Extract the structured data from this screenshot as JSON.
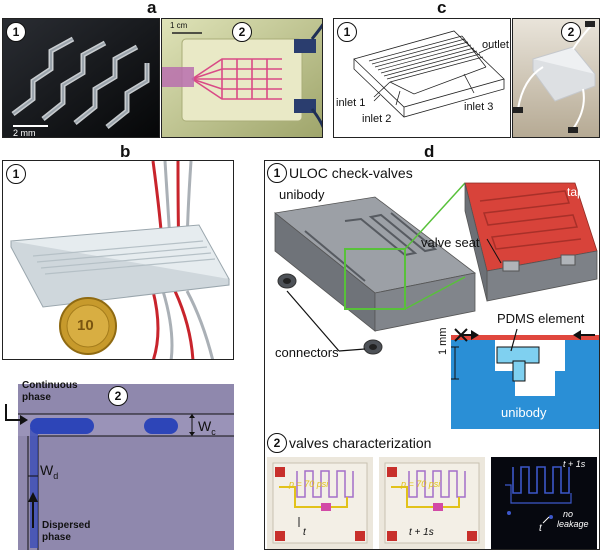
{
  "panels": {
    "a": {
      "letter": "a",
      "sub1": {
        "badge": "1",
        "scale": "2 mm"
      },
      "sub2": {
        "badge": "2",
        "scale": "1 cm"
      }
    },
    "b": {
      "letter": "b",
      "sub1": {
        "badge": "1",
        "coin": "10"
      },
      "sub2": {
        "badge": "2",
        "continuous_phase": "Continuous\nphase",
        "dispersed_phase": "Dispersed\nphase",
        "wc": "W",
        "wc_sub": "c",
        "wd": "W",
        "wd_sub": "d"
      }
    },
    "c": {
      "letter": "c",
      "sub1": {
        "badge": "1",
        "outlet": "outlet",
        "inlet1": "inlet 1",
        "inlet2": "inlet 2",
        "inlet3": "inlet 3"
      },
      "sub2": {
        "badge": "2"
      }
    },
    "d": {
      "letter": "d",
      "sub1": {
        "badge": "1",
        "title": "ULOC check-valves",
        "tape": "tape",
        "unibody_top": "unibody",
        "valve_seat": "valve seat",
        "pdms_element": "PDMS element",
        "connectors": "connectors",
        "scale": "1 mm",
        "unibody_bottom": "unibody"
      },
      "sub2": {
        "badge": "2",
        "title": "valves characterization",
        "img1_p": "p = 70 psi",
        "img1_t": "t",
        "img2_p": "p = 70 psi",
        "img2_t": "t + 1s",
        "img3_t1": "t + 1s",
        "img3_t": "t",
        "img3_no": "no",
        "img3_leak": "leakage"
      }
    }
  },
  "colors": {
    "tape_red": "#d8433a",
    "unibody_blue": "#2a8fd6",
    "device_gray": "#7d8187",
    "green_box": "#58c13a",
    "channel_blue": "#3c57c9"
  }
}
